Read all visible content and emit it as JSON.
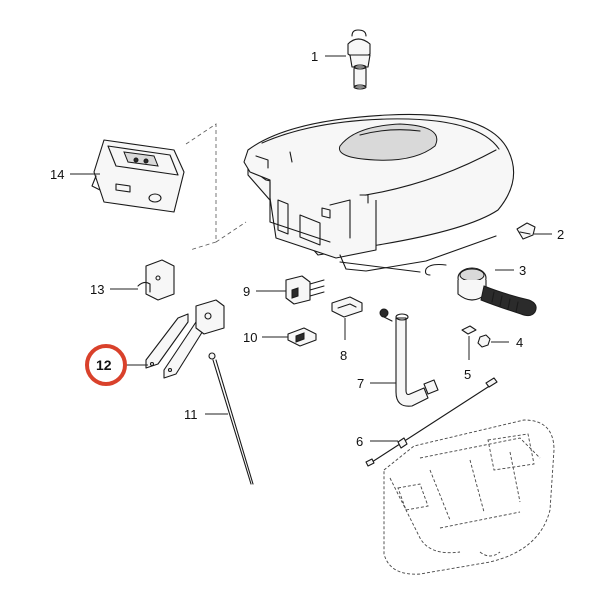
{
  "callouts": {
    "c1": "1",
    "c2": "2",
    "c3": "3",
    "c4": "4",
    "c5": "5",
    "c6": "6",
    "c7": "7",
    "c8": "8",
    "c9": "9",
    "c10": "10",
    "c11": "11",
    "c12": "12",
    "c13": "13",
    "c14": "14"
  },
  "highlighted_callout": "12",
  "colors": {
    "highlight_ring": "#d9412b",
    "line": "#1a1a1a"
  }
}
